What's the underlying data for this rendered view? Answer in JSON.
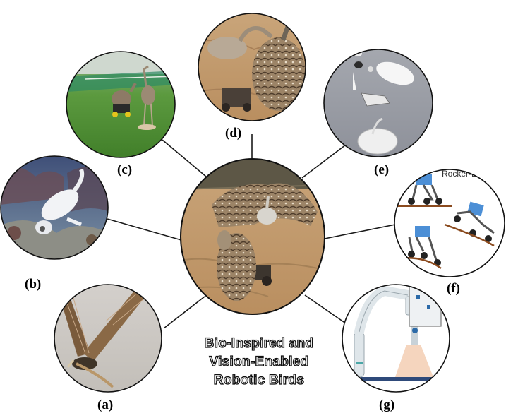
{
  "diagram": {
    "title_lines": [
      "Bio-Inspired and",
      "Vision-Enabled",
      "Robotic Birds"
    ],
    "panels": [
      {
        "id": "a",
        "label": "(a)"
      },
      {
        "id": "b",
        "label": "(b)"
      },
      {
        "id": "c",
        "label": "(c)"
      },
      {
        "id": "d",
        "label": "(d)"
      },
      {
        "id": "e",
        "label": "(e)"
      },
      {
        "id": "f",
        "label": "(f)",
        "caption": "Rocker-Bogie sy"
      },
      {
        "id": "g",
        "label": "(g)"
      }
    ]
  }
}
